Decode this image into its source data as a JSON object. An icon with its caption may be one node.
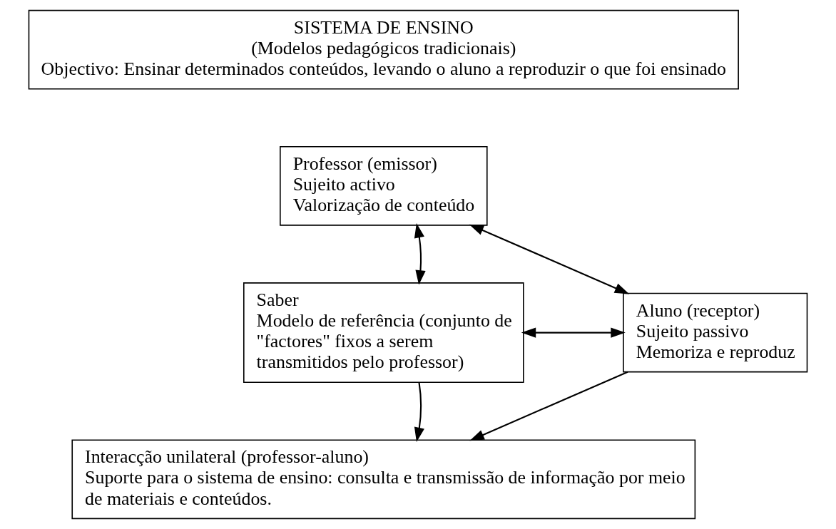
{
  "diagram": {
    "nodes": [
      {
        "text": [
          "SISTEMA DE ENSINO",
          "(Modelos pedagógicos tradicionais)",
          "Objectivo: Ensinar determinados conteúdos, levando o aluno a reproduzir o que foi ensinado"
        ]
      },
      {
        "text": [
          "Professor (emissor)",
          "Sujeito activo",
          "Valorização de conteúdo"
        ]
      },
      {
        "text": [
          "Saber",
          "Modelo de referência (conjunto de \"factores\" fixos a serem transmitidos pelo professor)"
        ]
      },
      {
        "text": [
          "Aluno (receptor)",
          "Sujeito passivo",
          "Memoriza e reproduz"
        ]
      },
      {
        "text": [
          "Interacção unilateral (professor-aluno)",
          "Suporte para o sistema de ensino: consulta e transmissão de informação por meio de materiais e conteúdos."
        ]
      }
    ],
    "edges": [
      {
        "from": 1,
        "to": 2,
        "arrow": "both"
      },
      {
        "from": 1,
        "to": 3,
        "arrow": "both"
      },
      {
        "from": 2,
        "to": 3,
        "arrow": "both"
      },
      {
        "from": 2,
        "to": 4,
        "arrow": "to"
      },
      {
        "from": 3,
        "to": 4,
        "arrow": "to"
      }
    ]
  }
}
